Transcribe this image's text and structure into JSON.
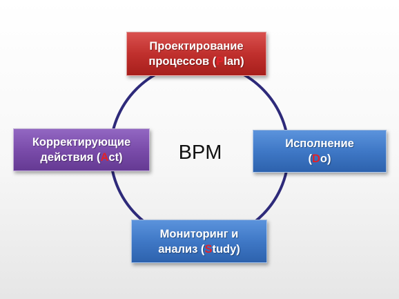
{
  "center": {
    "label": "BPM"
  },
  "nodes": {
    "plan": {
      "line1": "Проектирование",
      "line2_pre": "процессов (",
      "line2_hl": "P",
      "line2_post": "lan)"
    },
    "act": {
      "line1": "Корректирующие",
      "line2_pre": "действия (",
      "line2_hl": "A",
      "line2_post": "ct)"
    },
    "do": {
      "line1": "Исполнение",
      "line2_pre": "(",
      "line2_hl": "D",
      "line2_post": "o)"
    },
    "study": {
      "line1": "Мониторинг и",
      "line2_pre": "анализ (",
      "line2_hl": "S",
      "line2_post": "tudy)"
    }
  },
  "colors": {
    "ring": "#2e2a7a",
    "plan": "#c0302d",
    "act": "#7a4caa",
    "do": "#3f78c6",
    "study": "#3f78c6",
    "highlight_letter": "#e0222a"
  }
}
